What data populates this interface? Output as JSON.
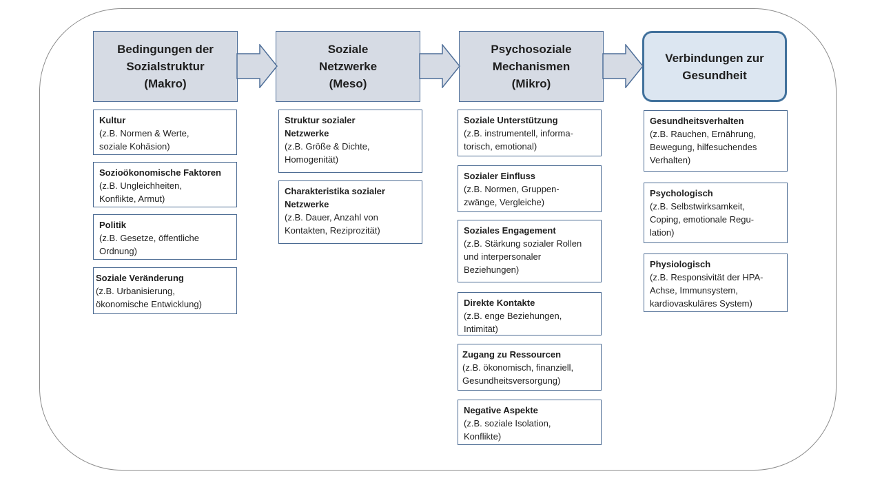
{
  "frame": {
    "name": "frame"
  },
  "headers": [
    {
      "id": "makro",
      "lines": [
        "Bedingungen der",
        "Sozialstruktur",
        "(Makro)"
      ],
      "style": "plain"
    },
    {
      "id": "meso",
      "lines": [
        "Soziale",
        "Netzwerke",
        "(Meso)"
      ],
      "style": "plain"
    },
    {
      "id": "mikro",
      "lines": [
        "Psychosoziale",
        "Mechanismen",
        "(Mikro)"
      ],
      "style": "plain"
    },
    {
      "id": "gesundheit",
      "lines": [
        "Verbindungen  zur",
        "Gesundheit"
      ],
      "style": "outcome"
    }
  ],
  "columns": [
    {
      "id": "makro",
      "boxes": [
        {
          "title": "Kultur",
          "lines": [
            "(z.B. Normen  & Werte,",
            "soziale Kohäsion)"
          ]
        },
        {
          "title": "Sozioökonomische Faktoren",
          "lines": [
            "(z.B. Ungleichheiten,",
            "Konflikte, Armut)"
          ]
        },
        {
          "title": "Politik",
          "lines": [
            "(z.B. Gesetze, öffentliche",
            "Ordnung)"
          ]
        },
        {
          "title": "Soziale Veränderung",
          "lines": [
            "(z.B. Urbanisierung,",
            "ökonomische  Entwicklung)"
          ]
        }
      ]
    },
    {
      "id": "meso",
      "boxes": [
        {
          "title": "Struktur sozialer",
          "title2": "Netzwerke",
          "lines": [
            "(z.B. Größe  & Dichte,",
            "Homogenität)"
          ]
        },
        {
          "title": "Charakteristika sozialer",
          "title2": "Netzwerke",
          "lines": [
            "(z.B. Dauer, Anzahl von",
            "Kontakten,  Reziprozität)"
          ]
        }
      ]
    },
    {
      "id": "mikro",
      "boxes": [
        {
          "title": "Soziale Unterstützung",
          "lines": [
            "(z.B. instrumentell,  informa-",
            "torisch, emotional)"
          ]
        },
        {
          "title": "Sozialer Einfluss",
          "lines": [
            "(z.B. Normen,  Gruppen-",
            "zwänge, Vergleiche)"
          ]
        },
        {
          "title": "Soziales Engagement",
          "lines": [
            "(z.B. Stärkung  sozialer Rollen",
            "und interpersonaler",
            "Beziehungen)"
          ]
        },
        {
          "title": "Direkte Kontakte",
          "lines": [
            "(z.B. enge Beziehungen,",
            "Intimität)"
          ]
        },
        {
          "title": "Zugang zu Ressourcen",
          "lines": [
            "(z.B. ökonomisch,  finanziell,",
            "Gesundheitsversorgung)"
          ]
        },
        {
          "title": "Negative Aspekte",
          "lines": [
            "(z.B. soziale Isolation,",
            "Konflikte)"
          ]
        }
      ]
    },
    {
      "id": "gesundheit",
      "boxes": [
        {
          "title": "Gesundheitsverhalten",
          "lines": [
            "(z.B. Rauchen, Ernährung,",
            "Bewegung, hilfesuchendes",
            "Verhalten)"
          ]
        },
        {
          "title": "Psychologisch",
          "lines": [
            "(z.B. Selbstwirksamkeit,",
            "Coping, emotionale Regu-",
            "lation)"
          ]
        },
        {
          "title": "Physiologisch",
          "lines": [
            "(z.B. Responsivität der HPA-",
            "Achse, Immunsystem,",
            "kardiovaskuläres System)"
          ]
        }
      ]
    }
  ],
  "colors": {
    "header_fill": "#d6dbe4",
    "outcome_fill": "#dce6f1",
    "box_border": "#4a6a92",
    "arrow_fill": "#d6dbe4",
    "arrow_stroke": "#4f6f99"
  }
}
